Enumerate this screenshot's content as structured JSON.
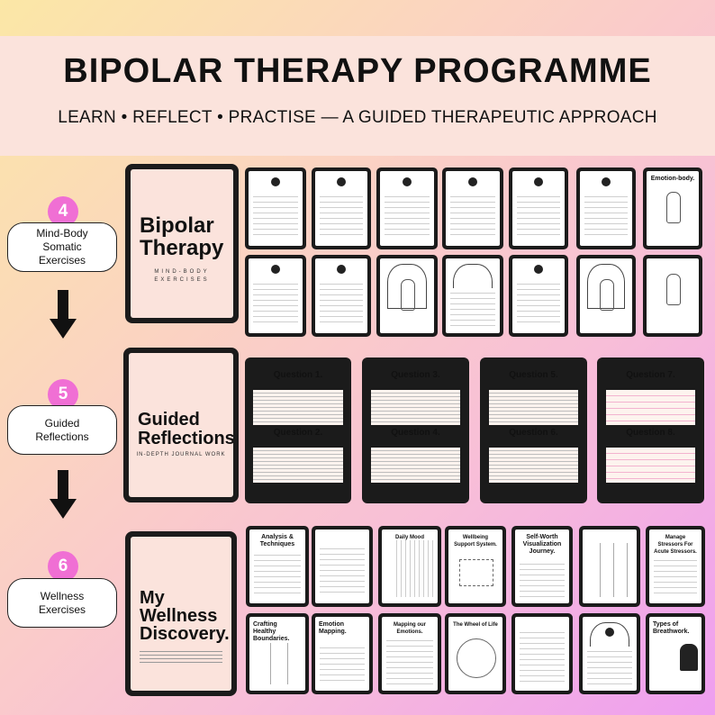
{
  "header": {
    "title": "BIPOLAR THERAPY PROGRAMME",
    "subtitle": "LEARN • REFLECT • PRACTISE — A GUIDED THERAPEUTIC APPROACH"
  },
  "steps": [
    {
      "number": "4",
      "label": "Mind-Body\nSomatic\nExercises"
    },
    {
      "number": "5",
      "label": "Guided\nReflections"
    },
    {
      "number": "6",
      "label": "Wellness\nExercises"
    }
  ],
  "covers": [
    {
      "title": "Bipolar\nTherapy",
      "subtitle": "MIND-BODY\nEXERCISES"
    },
    {
      "title": "Guided\nReflections",
      "subtitle": "IN-DEPTH JOURNAL WORK"
    },
    {
      "title": "My\nWellness\nDiscovery.",
      "subtitle": ""
    }
  ],
  "row1_pages": [
    "",
    "",
    "",
    "",
    "",
    "",
    "Emotion-body."
  ],
  "row2_pages": [
    "",
    "",
    "",
    "",
    "",
    "",
    ""
  ],
  "questions": [
    {
      "top": "Question 1.",
      "bottom": "Question 2."
    },
    {
      "top": "Question 3.",
      "bottom": "Question 4."
    },
    {
      "top": "Question 5.",
      "bottom": "Question 6."
    },
    {
      "top": "Question 7.",
      "bottom": "Question 8."
    }
  ],
  "wellness_top": [
    "Analysis & Techniques",
    "",
    "Daily Mood Tracker.",
    "Wellbeing Support System.",
    "Self-Worth Visualization Journey.",
    "",
    "Manage Stressors For Acute Stressors."
  ],
  "wellness_bottom": [
    "Crafting Healthy Boundaries.",
    "Emotion Mapping.",
    "Mapping our Emotions.",
    "The Wheel of Life",
    "",
    "",
    "Types of Breathwork."
  ],
  "colors": {
    "accent": "#f06fd4",
    "header_bg": "#fbe3dc",
    "device": "#1b1b1b"
  }
}
